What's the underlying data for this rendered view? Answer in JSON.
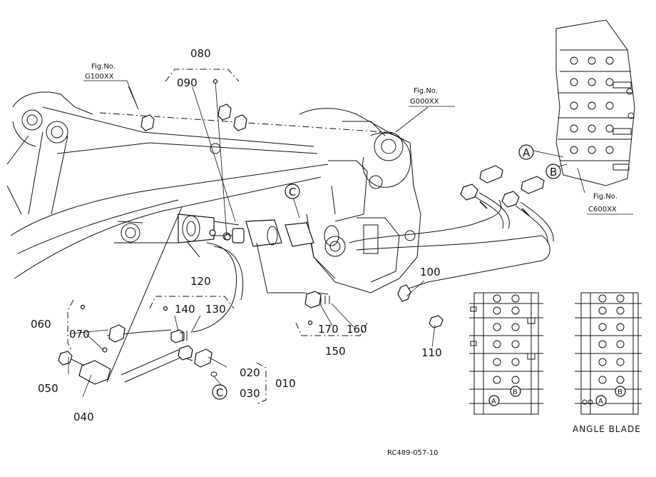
{
  "diagram": {
    "callouts": {
      "p010": "010",
      "p020": "020",
      "p030": "030",
      "p040": "040",
      "p050": "050",
      "p060": "060",
      "p070": "070",
      "p080": "080",
      "p090": "090",
      "p100": "100",
      "p110": "110",
      "p120": "120",
      "p130": "130",
      "p140": "140",
      "p150": "150",
      "p160": "160",
      "p170": "170"
    },
    "figure_refs": {
      "g100": {
        "line1": "Fig.No.",
        "line2": "G100XX"
      },
      "g000": {
        "line1": "Fig.No.",
        "line2": "G000XX"
      },
      "c600": {
        "line1": "Fig.No.",
        "line2": "C600XX"
      }
    },
    "connector_markers": {
      "a": "A",
      "b": "B",
      "c": "C"
    },
    "caption_angle_blade": "ANGLE BLADE",
    "drawing_code": "RC489-057-10"
  }
}
